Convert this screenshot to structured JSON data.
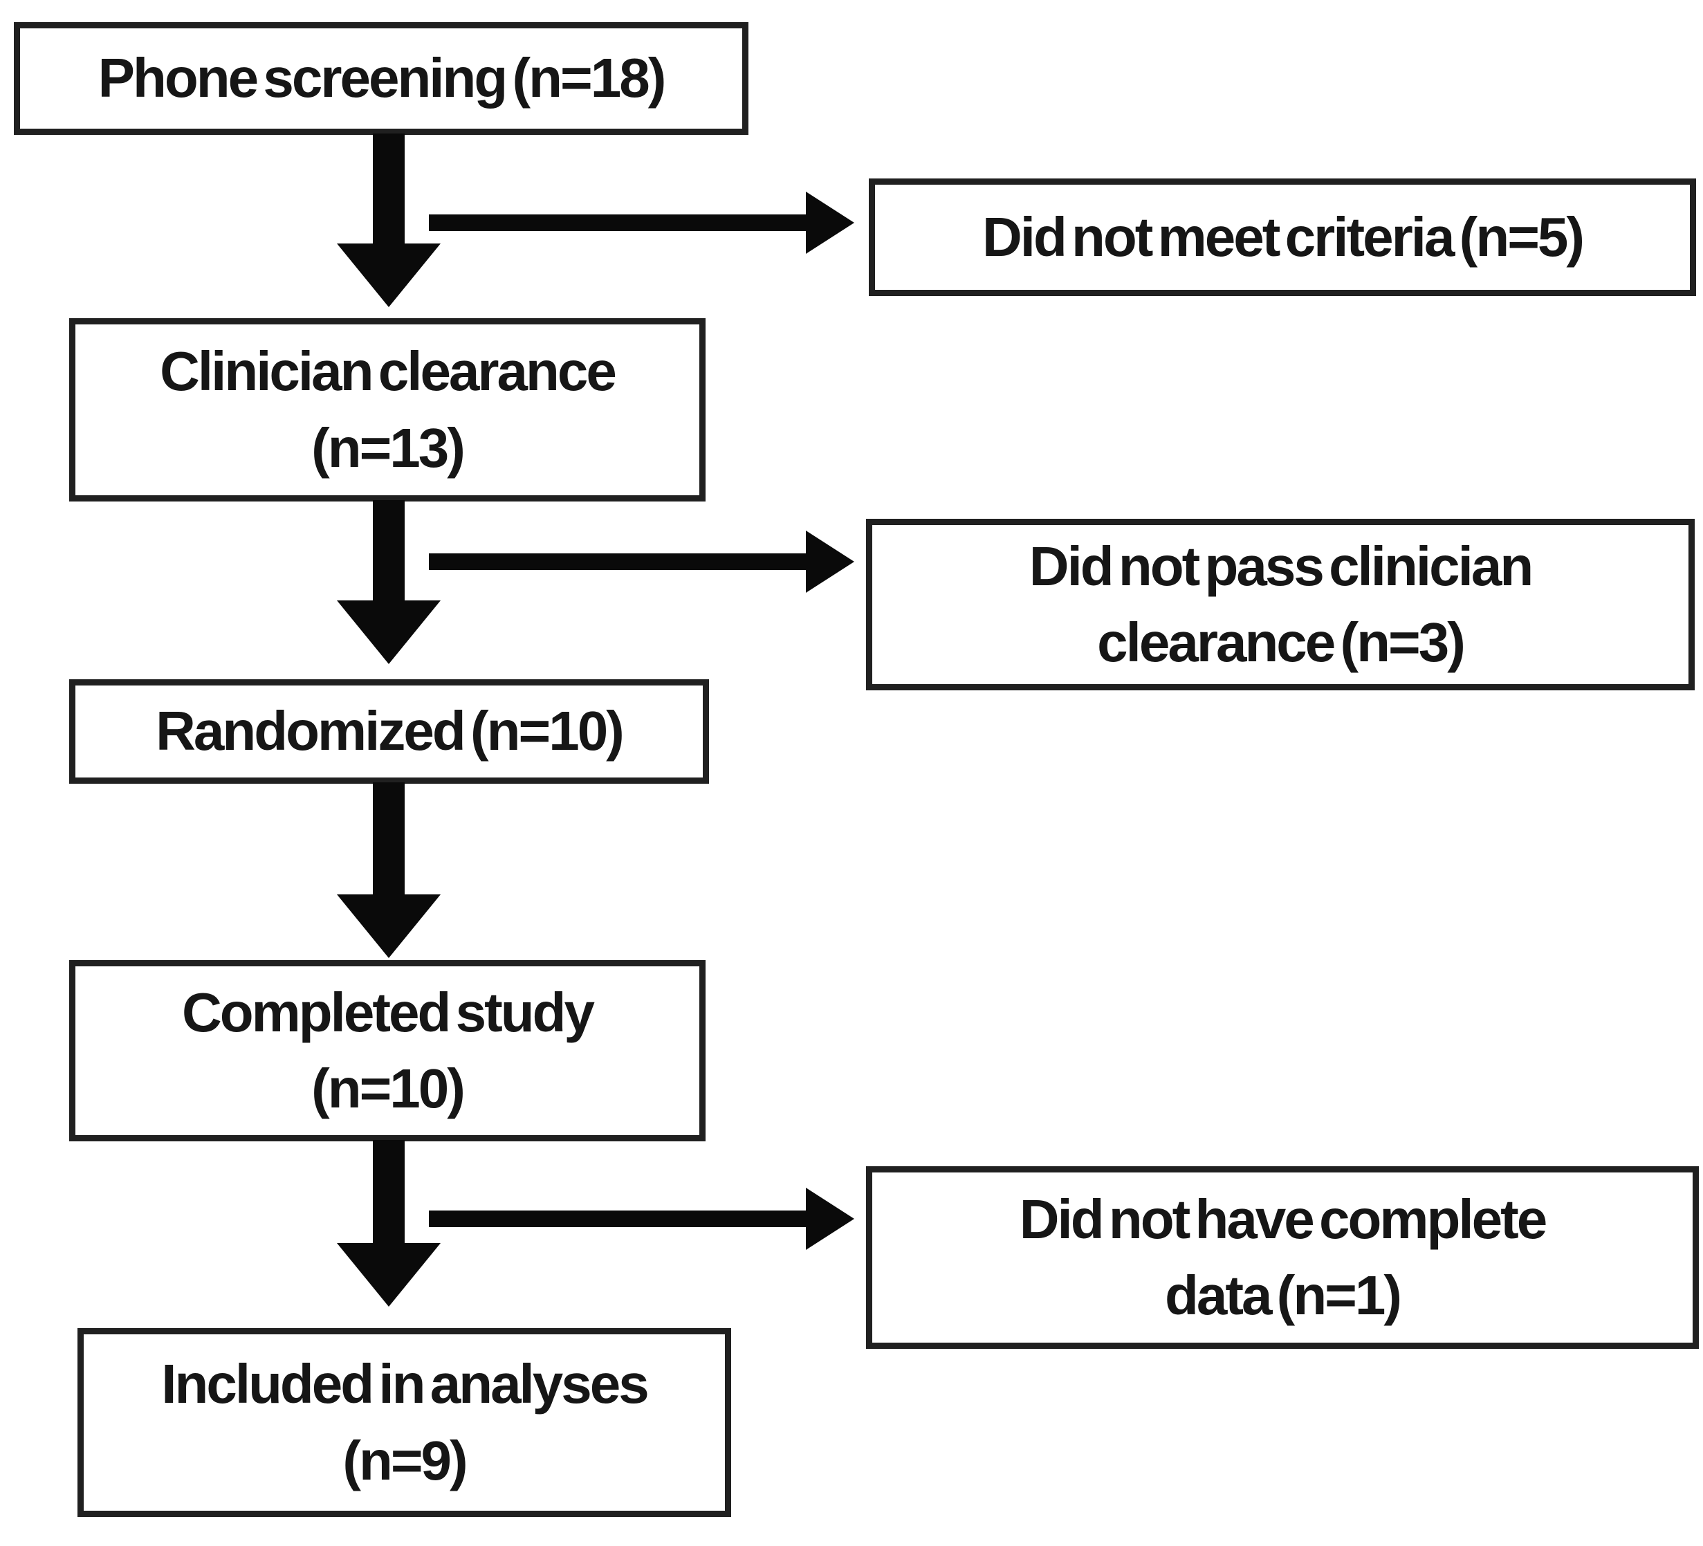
{
  "figure": {
    "background_color": "#ffffff",
    "box_fill": "#ffffff",
    "box_border_color": "#202020",
    "arrow_color": "#0a0a0a",
    "text_color": "#161616"
  },
  "flow": {
    "main_nodes": [
      {
        "id": "phone-screening",
        "label": "Phone screening (n=18)"
      },
      {
        "id": "clinician-clearance",
        "label": "Clinician clearance\n(n=13)"
      },
      {
        "id": "randomized",
        "label": "Randomized (n=10)"
      },
      {
        "id": "completed-study",
        "label": "Completed study\n(n=10)"
      },
      {
        "id": "included-in-analyses",
        "label": "Included in analyses\n(n=9)"
      }
    ],
    "exclusion_nodes": [
      {
        "id": "did-not-meet-criteria",
        "label": "Did not meet criteria (n=5)"
      },
      {
        "id": "did-not-pass-clinician-clearance",
        "label": "Did not pass clinician\nclearance (n=3)"
      },
      {
        "id": "did-not-have-complete-data",
        "label": "Did not have complete\ndata (n=1)"
      }
    ]
  }
}
